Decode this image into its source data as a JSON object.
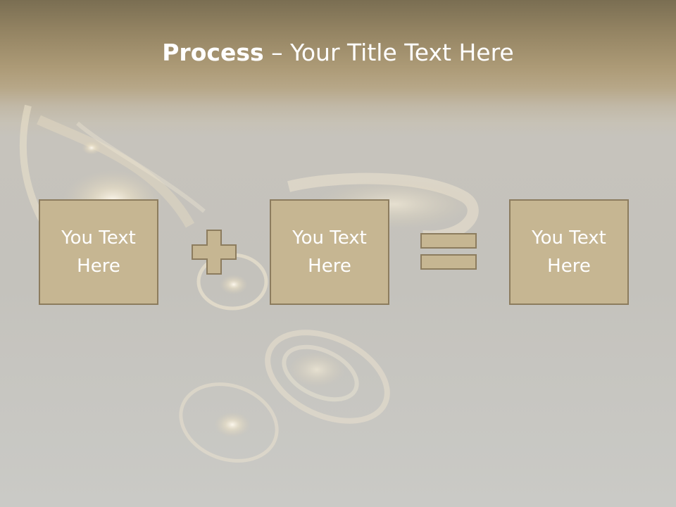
{
  "title": {
    "bold": "Process",
    "rest": " – Your Title Text Here"
  },
  "boxes": [
    {
      "label": "You Text Here"
    },
    {
      "label": "You Text Here"
    },
    {
      "label": "You Text Here"
    }
  ],
  "operators": {
    "first": "plus-icon",
    "second": "equals-icon"
  },
  "colors": {
    "header": "#a8966f",
    "box_fill": "#c6b692",
    "box_border": "#8c7c5e",
    "background": "#c5c3bd",
    "text": "#ffffff"
  }
}
